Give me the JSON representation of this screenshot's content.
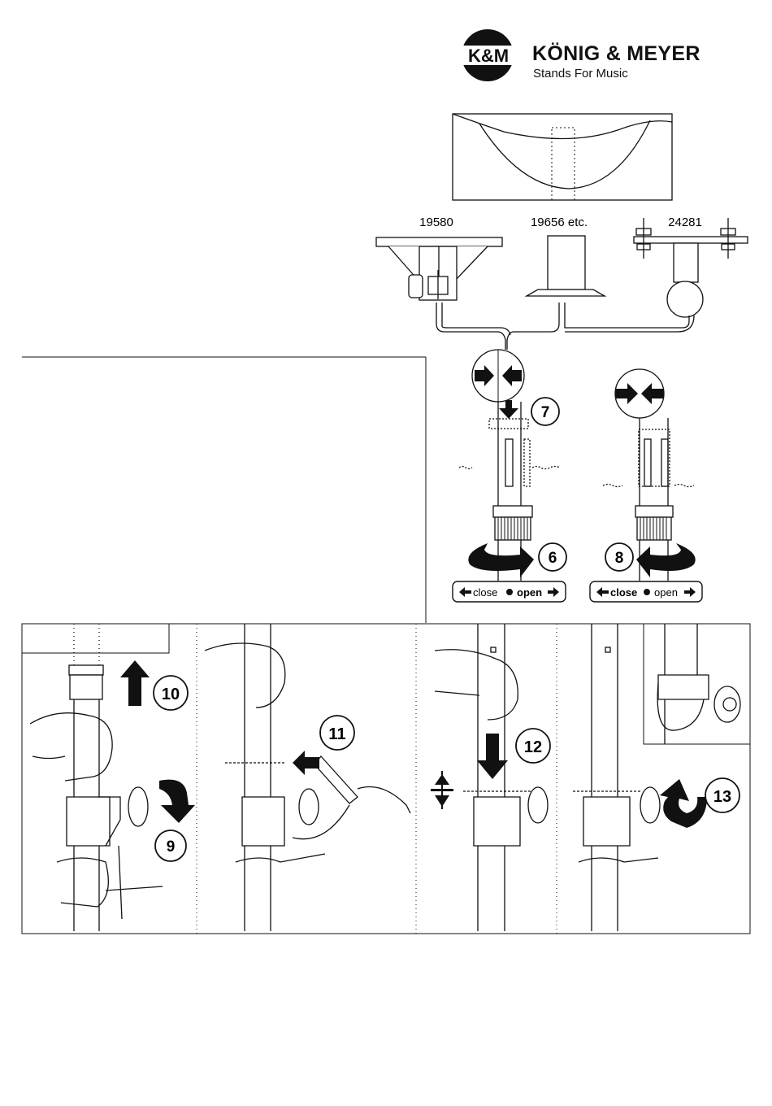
{
  "brand": {
    "logo_mark": "K&M",
    "name": "KÖNIG & MEYER",
    "tagline": "Stands For Music"
  },
  "parts": {
    "a": "19580",
    "b": "19656 etc.",
    "c": "24281"
  },
  "steps": {
    "s6": "6",
    "s7": "7",
    "s8": "8",
    "s9": "9",
    "s10": "10",
    "s11": "11",
    "s12": "12",
    "s13": "13"
  },
  "direction_labels": {
    "close": "close",
    "open": "open"
  },
  "collar_text": "close open",
  "icons": [
    "arrow-right-icon",
    "arrow-left-icon",
    "arrow-up-icon",
    "arrow-down-icon",
    "rotate-arrow-icon",
    "compress-icon"
  ]
}
